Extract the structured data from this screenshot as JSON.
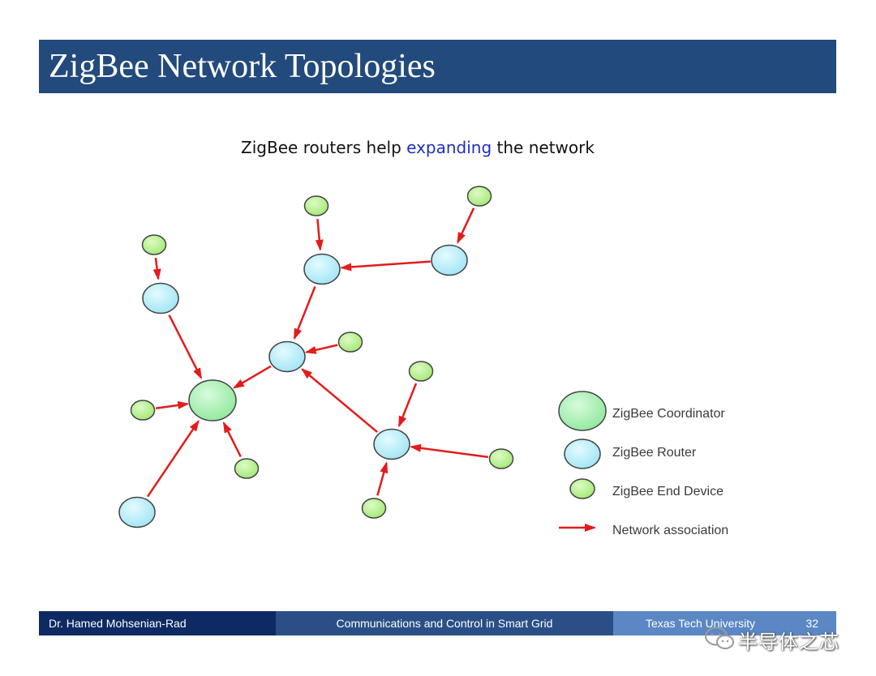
{
  "slide": {
    "title": "ZigBee Network Topologies",
    "subtitle_before": "ZigBee routers help ",
    "subtitle_accent": "expanding",
    "subtitle_after": " the network"
  },
  "colors": {
    "title_bar": "#224a7c",
    "coordinator_fill": "#9ff0ab",
    "router_fill": "#aeecf8",
    "end_device_fill": "#b0ef86",
    "arrow": "#e41b1b",
    "accent_text": "#1f2fbf"
  },
  "diagram": {
    "node_types": {
      "coordinator": "ZigBee Coordinator",
      "router": "ZigBee Router",
      "end_device": "ZigBee End Device"
    },
    "edge_label": "Network association",
    "nodes": [
      {
        "id": "C",
        "type": "coordinator"
      },
      {
        "id": "R1",
        "type": "router"
      },
      {
        "id": "R2",
        "type": "router"
      },
      {
        "id": "R3",
        "type": "router"
      },
      {
        "id": "R4",
        "type": "router"
      },
      {
        "id": "R5",
        "type": "router"
      },
      {
        "id": "R6",
        "type": "router"
      },
      {
        "id": "E1",
        "type": "end_device"
      },
      {
        "id": "E2",
        "type": "end_device"
      },
      {
        "id": "E3",
        "type": "end_device"
      },
      {
        "id": "E4",
        "type": "end_device"
      },
      {
        "id": "E5",
        "type": "end_device"
      },
      {
        "id": "E6",
        "type": "end_device"
      },
      {
        "id": "E7",
        "type": "end_device"
      },
      {
        "id": "E8",
        "type": "end_device"
      },
      {
        "id": "E9",
        "type": "end_device"
      },
      {
        "id": "E10",
        "type": "end_device"
      }
    ],
    "edges": [
      {
        "from": "E1",
        "to": "R1"
      },
      {
        "from": "R1",
        "to": "C"
      },
      {
        "from": "E5",
        "to": "R3"
      },
      {
        "from": "E6",
        "to": "R4"
      },
      {
        "from": "R4",
        "to": "R3"
      },
      {
        "from": "R3",
        "to": "R2"
      },
      {
        "from": "E7",
        "to": "R2"
      },
      {
        "from": "R2",
        "to": "C"
      },
      {
        "from": "E2",
        "to": "C"
      },
      {
        "from": "E3",
        "to": "C"
      },
      {
        "from": "R6",
        "to": "C"
      },
      {
        "from": "R5",
        "to": "R2"
      },
      {
        "from": "E8",
        "to": "R5"
      },
      {
        "from": "E9",
        "to": "R5"
      },
      {
        "from": "E10",
        "to": "R5"
      }
    ]
  },
  "footer": {
    "author": "Dr. Hamed Mohsenian-Rad",
    "course": "Communications and Control in Smart Grid",
    "university": "Texas Tech University",
    "page": "32"
  },
  "watermark": {
    "text": "半导体之芯",
    "icon": "wechat-icon"
  }
}
